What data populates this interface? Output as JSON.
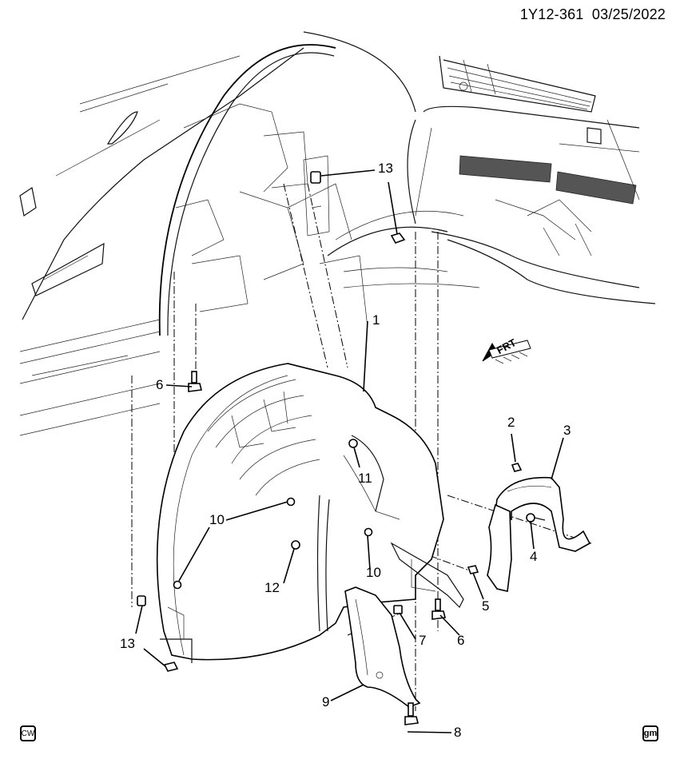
{
  "header": {
    "diagram_id": "1Y12-361",
    "date": "03/25/2022"
  },
  "orientation": {
    "label": "FRT",
    "icon": "front-direction-arrow-icon"
  },
  "callouts": [
    {
      "id": "c1",
      "number": "1",
      "part": "front-wheelhouse-liner"
    },
    {
      "id": "c2",
      "number": "2",
      "part": "nut"
    },
    {
      "id": "c3",
      "number": "3",
      "part": "bracket"
    },
    {
      "id": "c4",
      "number": "4",
      "part": "bolt"
    },
    {
      "id": "c5",
      "number": "5",
      "part": "nut"
    },
    {
      "id": "c6a",
      "number": "6",
      "part": "bolt"
    },
    {
      "id": "c6b",
      "number": "6",
      "part": "bolt"
    },
    {
      "id": "c7",
      "number": "7",
      "part": "clip"
    },
    {
      "id": "c8",
      "number": "8",
      "part": "bolt"
    },
    {
      "id": "c9",
      "number": "9",
      "part": "liner-extension"
    },
    {
      "id": "c10a",
      "number": "10",
      "part": "retainer"
    },
    {
      "id": "c10b",
      "number": "10",
      "part": "retainer"
    },
    {
      "id": "c11",
      "number": "11",
      "part": "retainer"
    },
    {
      "id": "c12",
      "number": "12",
      "part": "retainer"
    },
    {
      "id": "c13a",
      "number": "13",
      "part": "clip"
    },
    {
      "id": "c13b",
      "number": "13",
      "part": "clip"
    }
  ],
  "footer": {
    "left_badge": "CW",
    "right_badge": "gm"
  }
}
